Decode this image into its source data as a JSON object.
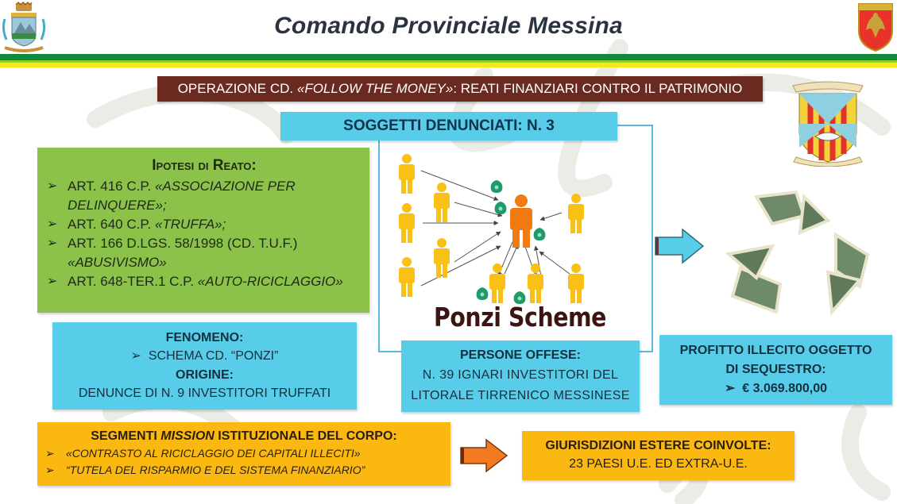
{
  "header": {
    "title": "Comando Provinciale Messina",
    "logo_left": "guardia-di-finanza-crest-icon",
    "logo_right": "comando-regionale-sicilia-shield-icon",
    "stripe_colors": [
      "#108a3a",
      "#8fd022",
      "#f5e81a"
    ]
  },
  "operation_banner": {
    "prefix": "OPERAZIONE CD. ",
    "name": "«FOLLOW THE MONEY»",
    "suffix": ": REATI FINANZIARI CONTRO IL PATRIMONIO",
    "bg_color": "#6b2a1f"
  },
  "soggetti": {
    "label": "SOGGETTI DENUNCIATI: N. 3"
  },
  "ipotesi": {
    "heading": "Ipotesi di Reato:",
    "bullet": "➢",
    "items": [
      {
        "ref": "ART. 416 C.P. ",
        "desc": "«ASSOCIAZIONE PER DELINQUERE»;"
      },
      {
        "ref": "ART. 640 C.P. ",
        "desc": "«TRUFFA»;"
      },
      {
        "ref": "ART. 166 D.LGS. 58/1998 (CD. T.U.F.) ",
        "desc": "«ABUSIVISMO»"
      },
      {
        "ref": "ART. 648-TER.1 C.P. ",
        "desc": "«AUTO-RICICLAGGIO»"
      }
    ],
    "bg_color": "#8cc14a"
  },
  "fenomeno": {
    "heading": "FENOMENO:",
    "item": "SCHEMA CD. “PONZI”",
    "bullet": "➢",
    "origin_heading": "ORIGINE:",
    "origin_text": "DENUNCE DI N. 9 INVESTITORI TRUFFATI"
  },
  "ponzi": {
    "label": "Ponzi Scheme",
    "figure_color_investor": "#f9c015",
    "figure_color_center": "#f27a12",
    "money_bag_color": "#1f9a6a"
  },
  "persone_offese": {
    "heading": "PERSONE OFFESE:",
    "line1": "N. 39 IGNARI INVESTITORI DEL",
    "line2": "LITORALE TIRRENICO MESSINESE"
  },
  "profitto": {
    "line1": "PROFITTO ILLECITO OGGETTO",
    "line2": "DI SEQUESTRO:",
    "bullet": "➢",
    "amount": "€ 3.069.800,00"
  },
  "segmenti": {
    "heading_pre": "SEGMENTI ",
    "heading_italic": "MISSION",
    "heading_post": " ISTITUZIONALE DEL CORPO:",
    "bullet": "➢",
    "items": [
      "«CONTRASTO AL RICICLAGGIO DEI CAPITALI ILLECITI»",
      "“TUTELA DEL RISPARMIO E DEL SISTEMA FINANZIARIO”"
    ],
    "bg_color": "#fbb811"
  },
  "giurisdizioni": {
    "heading": "GIURISDIZIONI ESTERE COINVOLTE:",
    "text": "23 PAESI U.E. ED EXTRA-U.E."
  },
  "icons": {
    "arrow_blue": "arrow-right-icon",
    "arrow_orange": "arrow-right-icon",
    "recycle": "money-recycle-icon",
    "crest_mid": "unit-crest-icon"
  },
  "colors": {
    "cyan_box": "#57cde9",
    "frame_line": "#5bb7dc"
  }
}
